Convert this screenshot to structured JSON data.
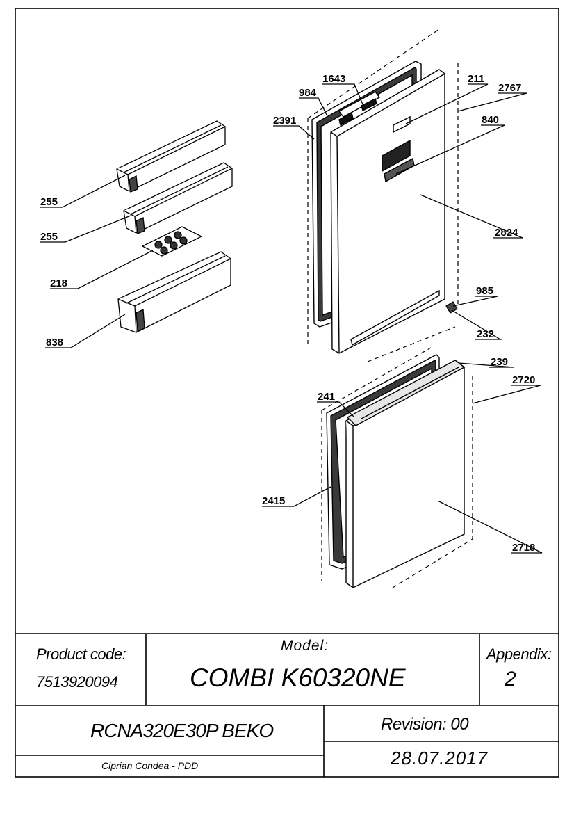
{
  "callouts": [
    "1643",
    "984",
    "211",
    "2767",
    "2391",
    "840",
    "255",
    "255",
    "2824",
    "218",
    "838",
    "985",
    "232",
    "239",
    "2720",
    "241",
    "2415",
    "2718"
  ],
  "title_block": {
    "product_code_label": "Product code:",
    "product_code": "7513920094",
    "model_label": "Model:",
    "model": "COMBI K60320NE",
    "appendix_label": "Appendix:",
    "appendix": "2",
    "product_name": "RCNA320E30P BEKO",
    "revision": "Revision: 00",
    "author": "Ciprian Condea - PDD",
    "date": "28.07.2017"
  }
}
